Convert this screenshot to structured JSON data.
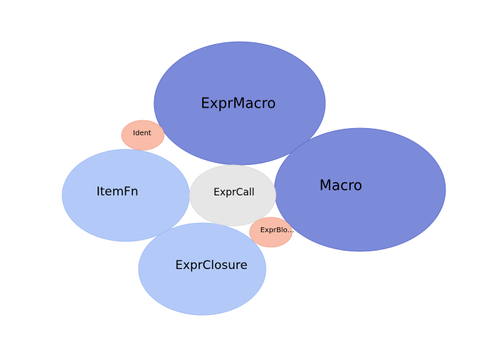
{
  "chart_data": {
    "type": "bubble",
    "title": "",
    "bubbles": [
      {
        "label": "ExprMacro",
        "color": "#7b8ad9"
      },
      {
        "label": "Macro",
        "color": "#7b8ad9"
      },
      {
        "label": "ItemFn",
        "color": "#b3caf9"
      },
      {
        "label": "ExprClosure",
        "color": "#b3caf9"
      },
      {
        "label": "ExprCall",
        "color": "#e6e6e6"
      },
      {
        "label": "Ident",
        "color": "#f8bca8"
      },
      {
        "label": "ExprBlo...",
        "color": "#f8bca8"
      }
    ]
  }
}
